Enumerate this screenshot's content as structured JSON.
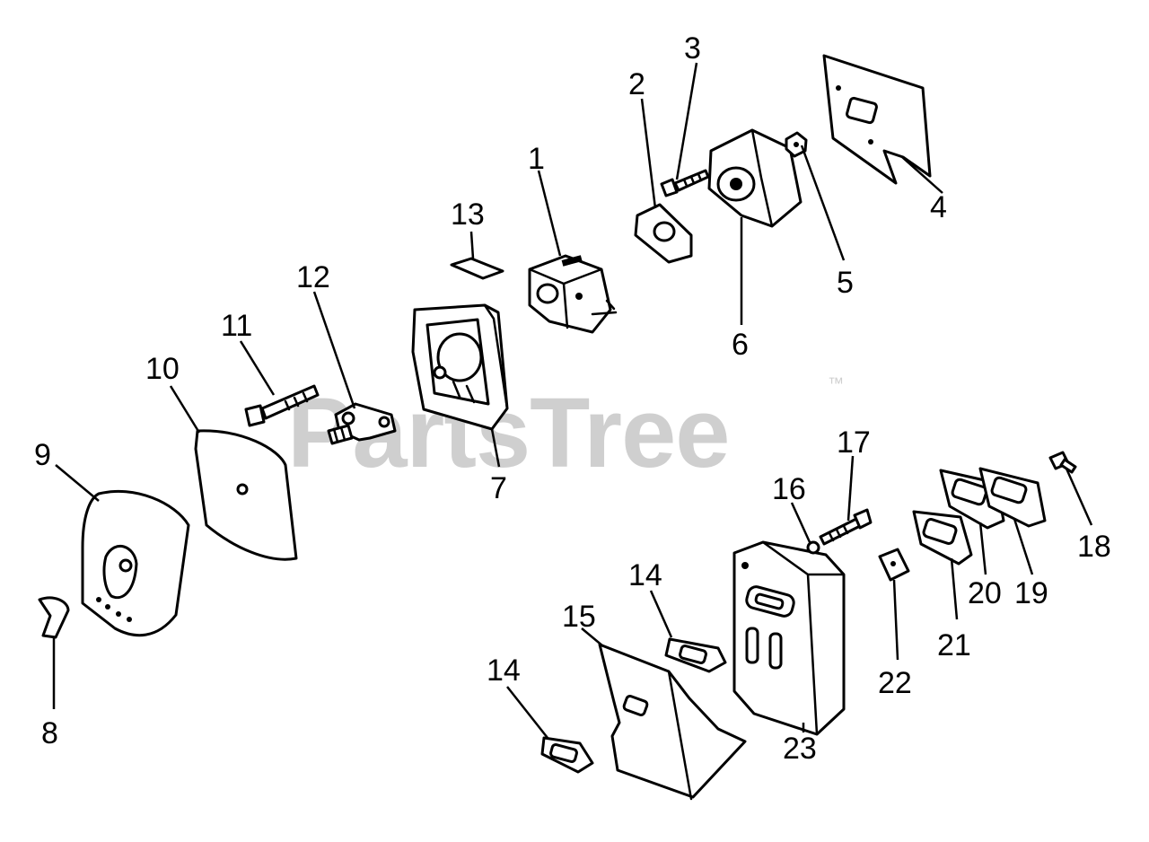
{
  "watermark": {
    "text": "PartsTree",
    "trademark": "™",
    "color": "#cfcfcf"
  },
  "callouts": {
    "c1": "1",
    "c2": "2",
    "c3": "3",
    "c4": "4",
    "c5": "5",
    "c6": "6",
    "c7": "7",
    "c8": "8",
    "c9": "9",
    "c10": "10",
    "c11": "11",
    "c12": "12",
    "c13": "13",
    "c14a": "14",
    "c14b": "14",
    "c15": "15",
    "c16": "16",
    "c17": "17",
    "c18": "18",
    "c19": "19",
    "c20": "20",
    "c21": "21",
    "c22": "22",
    "c23": "23"
  },
  "colors": {
    "ink": "#000000",
    "background": "#ffffff"
  }
}
